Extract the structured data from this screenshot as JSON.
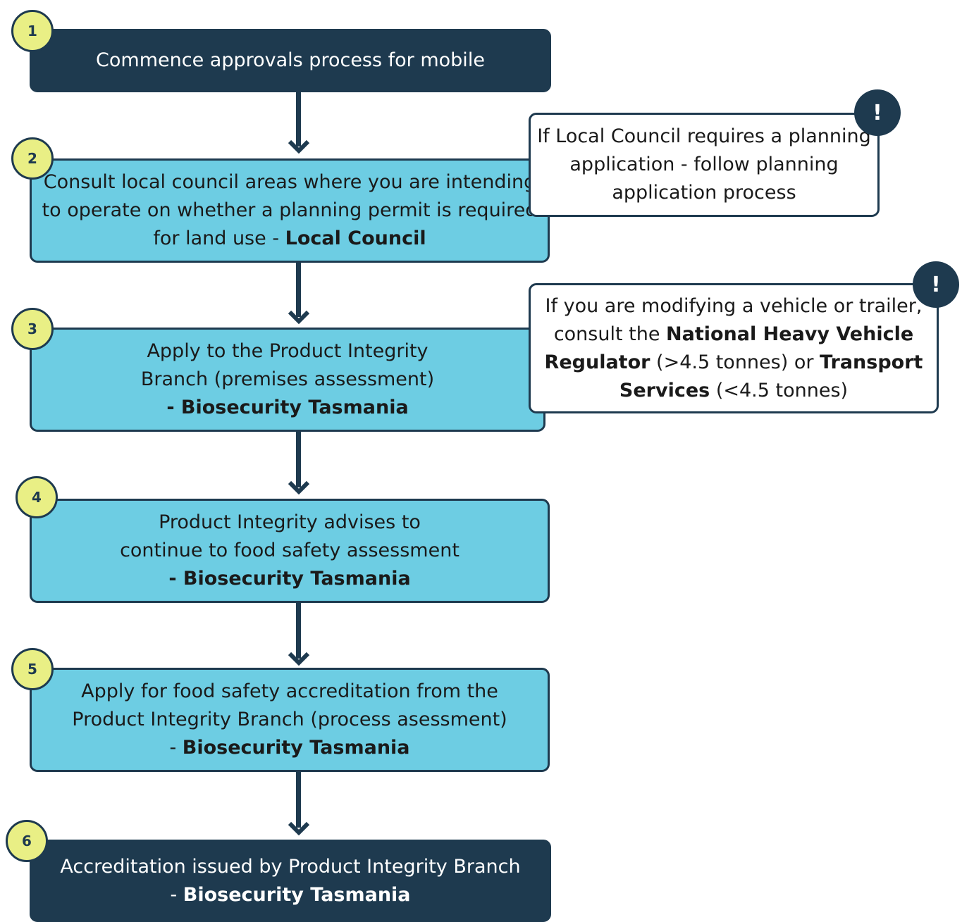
{
  "steps": [
    {
      "number": "1",
      "text": "Commence approvals process for mobile",
      "org": ""
    },
    {
      "number": "2",
      "text": "Consult local council areas where you are intending to operate on whether a planning permit is required for land use - ",
      "org": "Local Council"
    },
    {
      "number": "3",
      "text": "Apply to the Product Integrity Branch (premises assessment) ",
      "org": "- Biosecurity Tasmania"
    },
    {
      "number": "4",
      "text": "Product Integrity advises to continue to food safety assessment ",
      "org": "- Biosecurity Tasmania"
    },
    {
      "number": "5",
      "text": "Apply for food safety accreditation from the Product Integrity Branch (process asessment) - ",
      "org": "Biosecurity Tasmania"
    },
    {
      "number": "6",
      "text": "Accreditation issued by Product Integrity Branch - ",
      "org": "Biosecurity Tasmania"
    }
  ],
  "notes": [
    {
      "alert_symbol": "!",
      "text": "If Local Council requires a planning application - follow planning application process"
    },
    {
      "alert_symbol": "!",
      "text_1": "If you are modifying a vehicle or trailer, consult the ",
      "bold_1": "National Heavy Vehicle Regulator",
      "text_2": " (>4.5 tonnes) or ",
      "bold_2": "Transport Services",
      "text_3": " (<4.5 tonnes)"
    }
  ],
  "colors": {
    "dark_box": "#1e3a4f",
    "light_box": "#6dcde3",
    "badge": "#e9ef85",
    "note_bg": "#ffffff"
  }
}
